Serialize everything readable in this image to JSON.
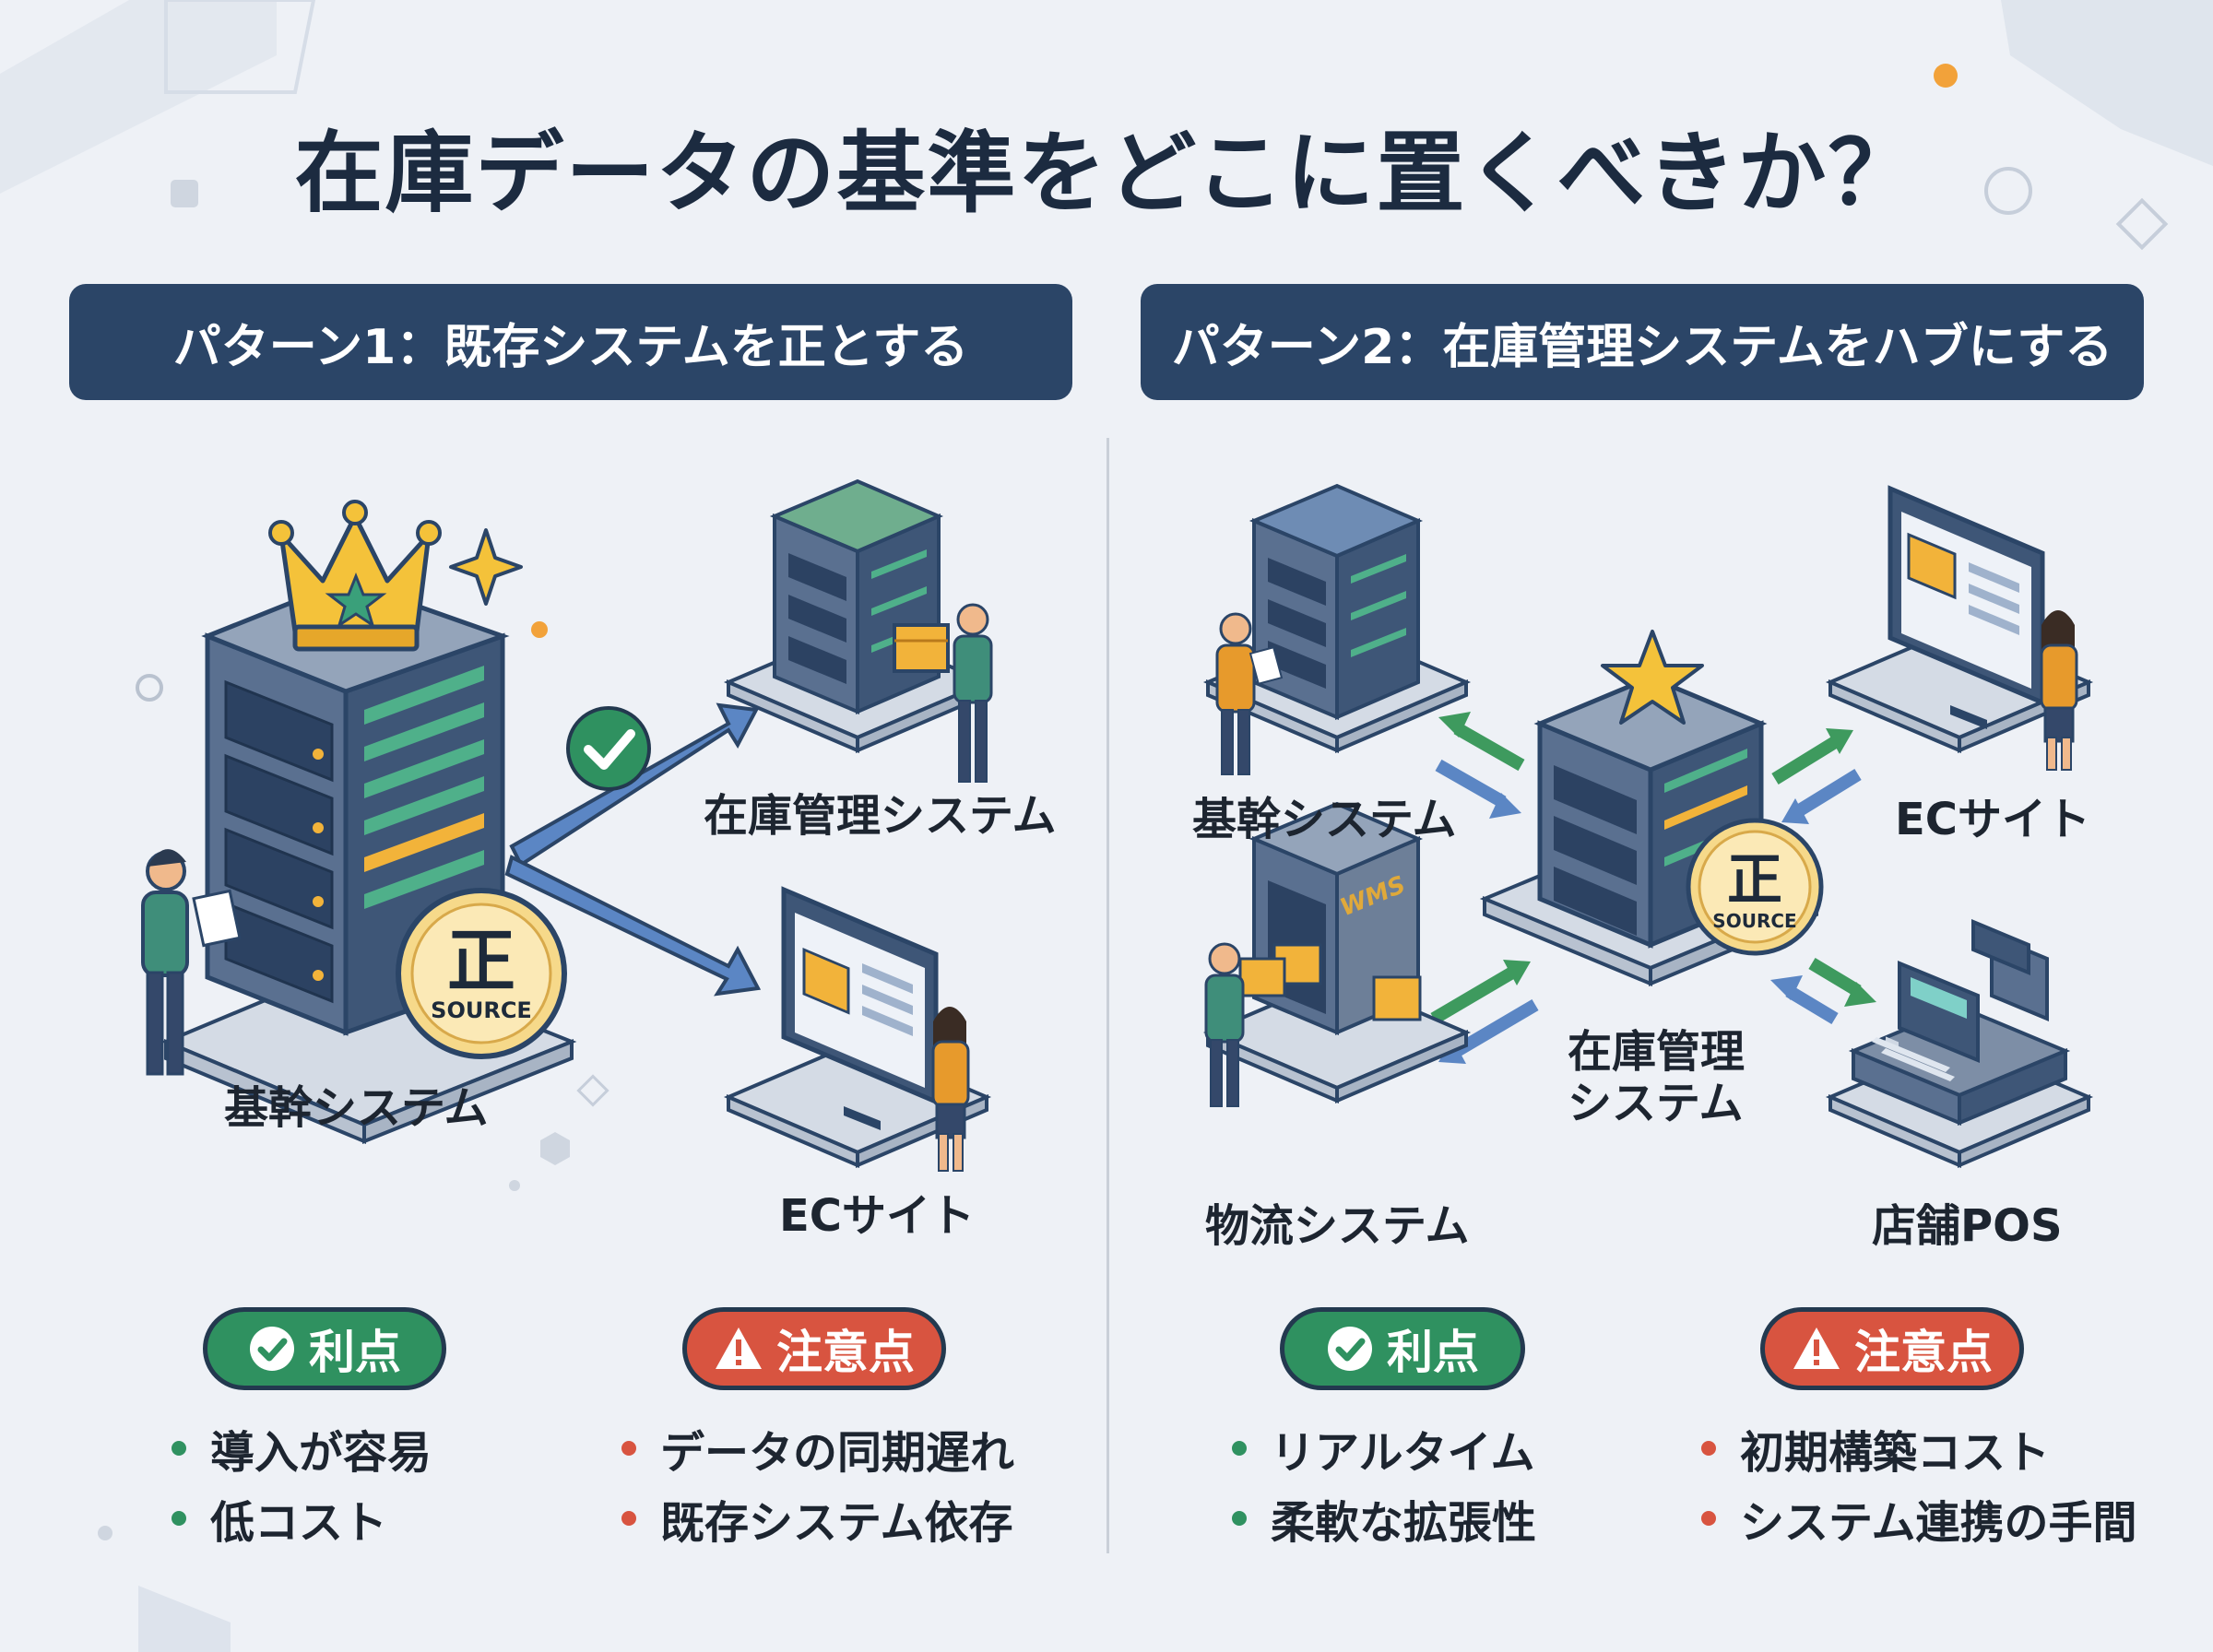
{
  "title": "在庫データの基準をどこに置くべきか？",
  "pattern1": {
    "header": "パターン1：既存システムを正とする",
    "source_system_label": "基幹システム",
    "targets": [
      "在庫管理システム",
      "ECサイト"
    ],
    "badge_char": "正",
    "badge_text": "SOURCE",
    "pros_label": "利点",
    "pros": [
      "導入が容易",
      "低コスト"
    ],
    "cons_label": "注意点",
    "cons": [
      "データの同期遅れ",
      "既存システム依存"
    ]
  },
  "pattern2": {
    "header": "パターン2：在庫管理システムをハブにする",
    "hub_label_line1": "在庫管理",
    "hub_label_line2": "システム",
    "badge_char": "正",
    "badge_text": "SOURCE",
    "nodes": {
      "core": "基幹システム",
      "ec": "ECサイト",
      "logistics": "物流システム",
      "pos": "店舗POS"
    },
    "wms_text": "WMS",
    "pros_label": "利点",
    "pros": [
      "リアルタイム",
      "柔軟な拡張性"
    ],
    "cons_label": "注意点",
    "cons": [
      "初期構築コスト",
      "システム連携の手間"
    ]
  },
  "colors": {
    "navy": "#2b4567",
    "pro_green": "#2f9160",
    "con_red": "#d85440",
    "arrow_blue": "#5b86c4",
    "arrow_green": "#3e9a5e",
    "gold": "#f4c23a"
  }
}
